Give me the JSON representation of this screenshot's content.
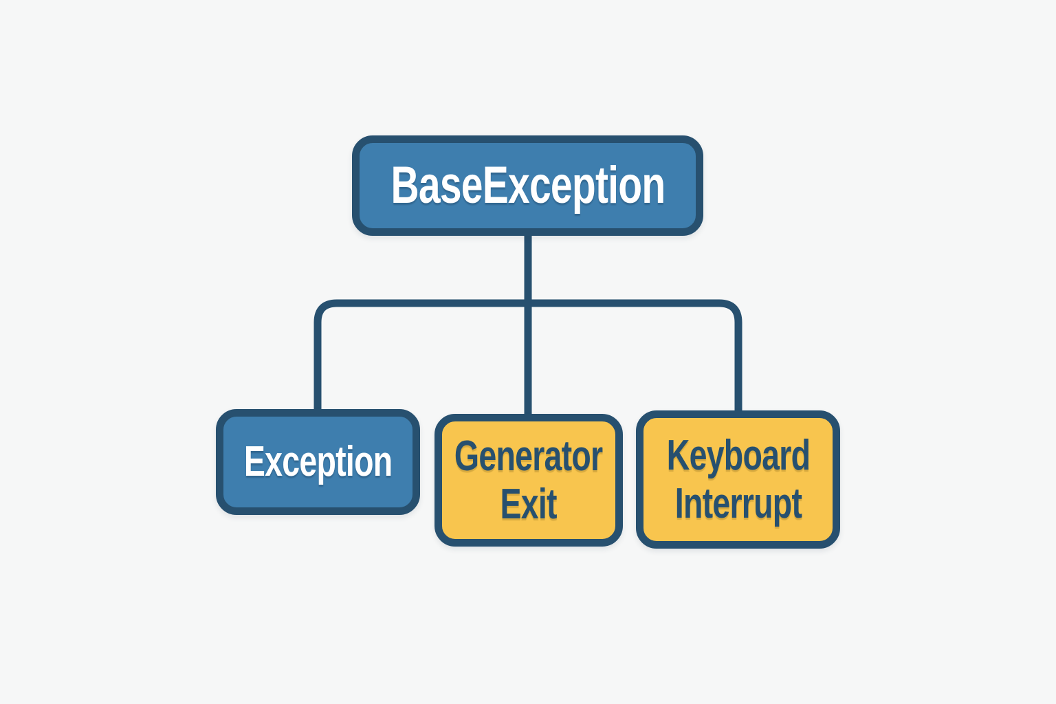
{
  "diagram": {
    "type": "tree",
    "root": {
      "label": "BaseException",
      "variant": "blue"
    },
    "children": [
      {
        "label": "Exception",
        "variant": "blue"
      },
      {
        "label": "Generator Exit",
        "variant": "yellow"
      },
      {
        "label": "Keyboard Interrupt",
        "variant": "yellow"
      }
    ]
  },
  "colors": {
    "background": "#f6f7f7",
    "line": "#27506f",
    "node_blue": "#3e7eae",
    "node_yellow": "#f8c54e",
    "text_on_blue": "#ffffff",
    "text_on_yellow": "#27506f"
  }
}
